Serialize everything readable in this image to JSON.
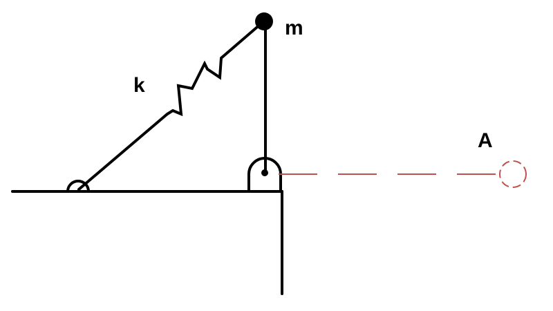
{
  "labels": {
    "mass": "m",
    "spring": "k",
    "point": "A"
  },
  "colors": {
    "ink": "#000000",
    "dashed": "#c0504d"
  }
}
